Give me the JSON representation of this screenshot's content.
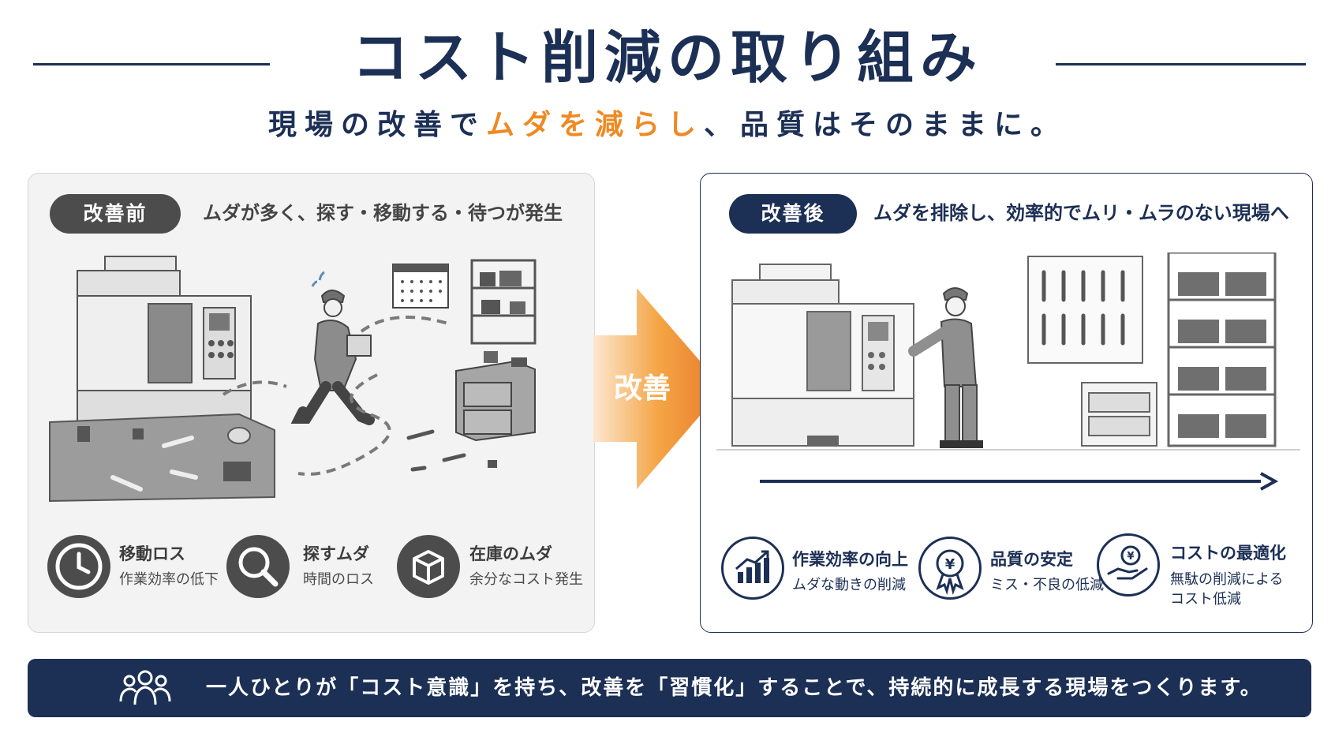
{
  "header": {
    "title": "コスト削減の取り組み",
    "subtitle_pre": "現場の改善で",
    "subtitle_highlight": "ムダを減らし",
    "subtitle_post": "、品質はそのままに。"
  },
  "colors": {
    "navy": "#1c2f55",
    "orange": "#ee8a22",
    "dark_gray": "#4c4c4c",
    "panel_gray": "#f3f3f3"
  },
  "before": {
    "pill": "改善前",
    "description": "ムダが多く、探す・移動する・待つが発生",
    "badges": [
      {
        "icon": "clock-icon",
        "title": "移動ロス",
        "desc": "作業効率の低下"
      },
      {
        "icon": "magnifier-icon",
        "title": "探すムダ",
        "desc": "時間のロス"
      },
      {
        "icon": "box-icon",
        "title": "在庫のムダ",
        "desc": "余分なコスト発生"
      }
    ]
  },
  "arrow": {
    "label": "改善"
  },
  "after": {
    "pill": "改善後",
    "description": "ムダを排除し、効率的でムリ・ムラのない現場へ",
    "badges": [
      {
        "icon": "rising-chart-icon",
        "title": "作業効率の向上",
        "desc": "ムダな動きの削減"
      },
      {
        "icon": "yen-medal-icon",
        "title": "品質の安定",
        "desc": "ミス・不良の低減"
      },
      {
        "icon": "yen-hand-icon",
        "title": "コストの最適化",
        "desc_lines": [
          "無駄の削減による",
          "コスト低減"
        ]
      }
    ]
  },
  "footer": {
    "icon": "team-icon",
    "text": "一人ひとりが「コスト意識」を持ち、改善を「習慣化」することで、持続的に成長する現場をつくります。"
  }
}
